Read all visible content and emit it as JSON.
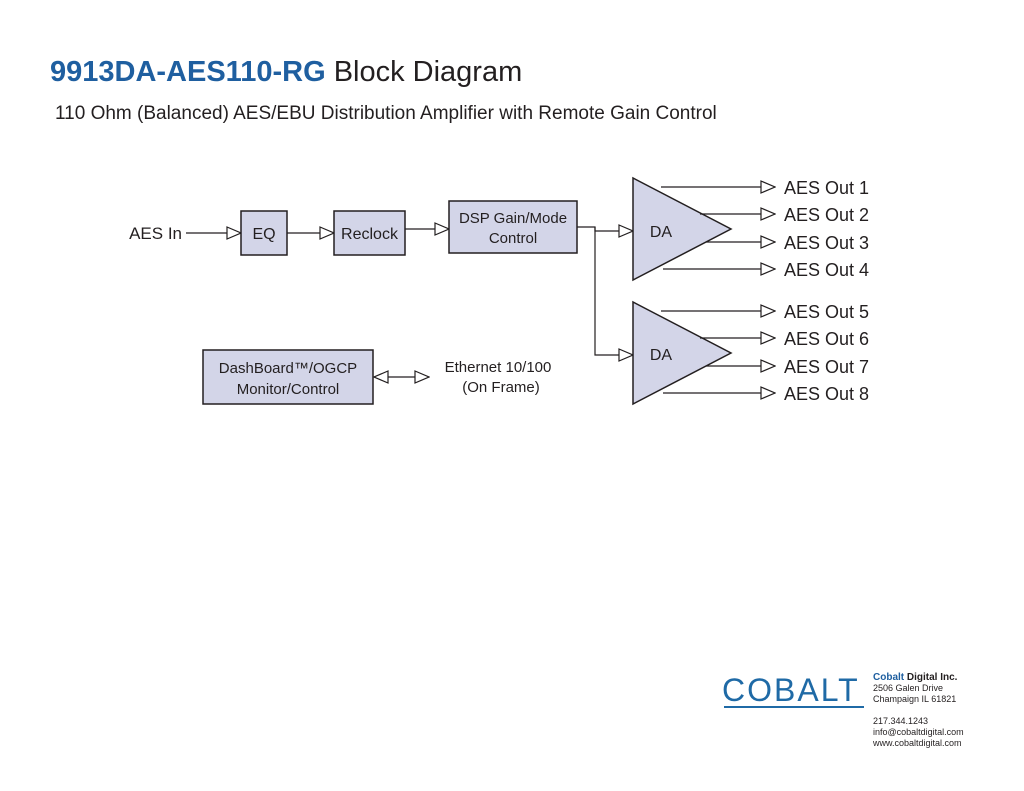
{
  "header": {
    "model": "9913DA-AES110-RG",
    "title_rest": " Block Diagram",
    "subtitle": "110 Ohm (Balanced) AES/EBU Distribution Amplifier with Remote Gain Control"
  },
  "diagram": {
    "input_label": "AES In",
    "eq_label": "EQ",
    "reclock_label": "Reclock",
    "dsp_line1": "DSP Gain/Mode",
    "dsp_line2": "Control",
    "da_top_label": "DA",
    "da_bottom_label": "DA",
    "outputs": [
      "AES Out 1",
      "AES Out 2",
      "AES Out 3",
      "AES Out 4",
      "AES Out 5",
      "AES Out 6",
      "AES Out 7",
      "AES Out 8"
    ],
    "dashboard_line1": "DashBoard™/OGCP",
    "dashboard_line2": "Monitor/Control",
    "ethernet_line1": "Ethernet 10/100",
    "ethernet_line2": "(On Frame)"
  },
  "footer": {
    "logo": "COBALT",
    "company_brand": "Cobalt",
    "company_rest": " Digital Inc.",
    "address1": "2506 Galen Drive",
    "address2": "Champaign IL 61821",
    "phone": "217.344.1243",
    "email": "info@cobaltdigital.com",
    "web": "www.cobaltdigital.com"
  },
  "colors": {
    "box_fill": "#d3d5e8",
    "model_blue": "#1f5fa0",
    "logo_blue": "#1f6aa6"
  }
}
